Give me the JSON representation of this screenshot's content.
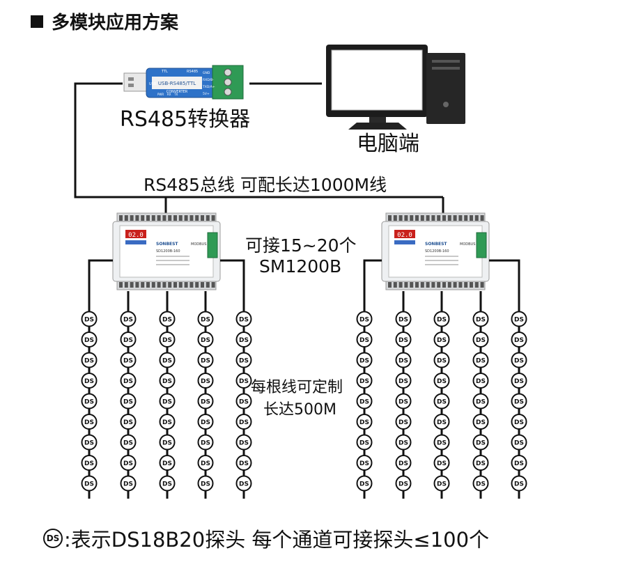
{
  "title": "多模块应用方案",
  "devices": {
    "converter": {
      "label": "RS485转换器",
      "body_text": "USB-RS485/TTL",
      "body_subtext": "CONVERTER",
      "pin_labels": [
        "GND",
        "RXD/B-",
        "TXD/A+",
        "5V+"
      ],
      "top_labels": [
        "TTL",
        "RS485"
      ],
      "side_label": "USB",
      "led_labels": [
        "PWR",
        "RX",
        "TX"
      ]
    },
    "computer": {
      "label": "电脑端"
    },
    "module": {
      "display": "02.0",
      "brand": "SONBEST",
      "model": "SD1200B-160",
      "protocol": "MODBUS"
    }
  },
  "bus_label": "RS485总线 可配长达1000M线",
  "module_note": [
    "可接15~20个",
    "SM1200B"
  ],
  "line_note": [
    "每根线可定制",
    "长达500M"
  ],
  "probe_symbol": "DS",
  "legend_text": ":表示DS18B20探头 每个通道可接探头≤100个",
  "colors": {
    "line": "#111111",
    "module_body": "#eef0f2",
    "display_bg": "#c9201b",
    "converter_body": "#2e72c8",
    "terminal_green": "#2f9a55"
  },
  "probe_rows": 9,
  "chains_per_module": 5
}
